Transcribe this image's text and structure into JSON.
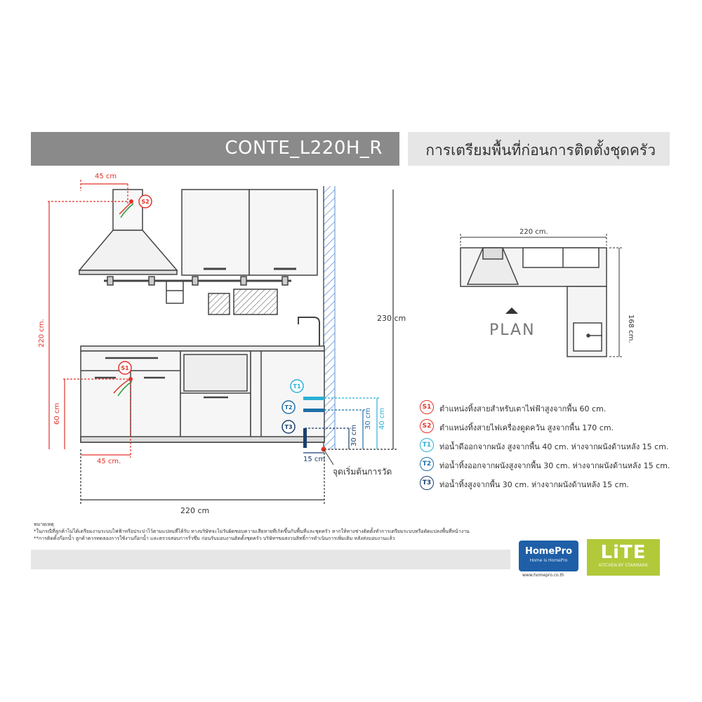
{
  "header": {
    "model": "CONTE_L220H_R",
    "subtitle": "การเตรียมพื้นที่ก่อนการติดตั้งชุดครัว"
  },
  "elevation": {
    "dim_45_top": "45 cm",
    "dim_220_left": "220 cm.",
    "dim_60": "60 cm",
    "dim_45_bottom": "45 cm.",
    "dim_220_bottom": "220 cm",
    "dim_230": "230 cm",
    "dim_40": "40 cm",
    "dim_30": "30 cm",
    "dim_30b": "30 cm",
    "dim_15": "15 cm",
    "start_point": "จุดเริ่มต้นการวัด"
  },
  "markers": {
    "s1": "S1",
    "s2": "S2",
    "t1": "T1",
    "t2": "T2",
    "t3": "T3"
  },
  "plan": {
    "label": "PLAN",
    "width": "220 cm.",
    "depth": "168 cm."
  },
  "legend": [
    {
      "code": "S1",
      "color": "#e2332b",
      "text": "ตำแหน่งทิ้งสายสำหรับเตาไฟฟ้าสูงจากพื้น 60 cm."
    },
    {
      "code": "S2",
      "color": "#e2332b",
      "text": "ตำแหน่งทิ้งสายไฟเครื่องดูดควัน สูงจากพื้น 170 cm."
    },
    {
      "code": "T1",
      "color": "#2bb0d6",
      "text": "ท่อน้ำดีออกจากผนัง สูงจากพื้น 40 cm. ห่างจากผนังด้านหลัง 15 cm."
    },
    {
      "code": "T2",
      "color": "#1e6fa8",
      "text": "ท่อน้ำทิ้งออกจากผนังสูงจากพื้น 30 cm. ห่างจากผนังด้านหลัง 15 cm."
    },
    {
      "code": "T3",
      "color": "#1a3f6e",
      "text": "ท่อน้ำทิ้งสูงจากพื้น 30 cm. ห่างจากผนังด้านหลัง 15 cm."
    }
  ],
  "notes": {
    "heading": "หมายเหตุ",
    "line1": "*ในกรณีที่ลูกค้าไม่ได้เตรียมงานระบบไฟฟ้าหรือประปาไว้ตามแปลนที่ได้รับ ทางบริษัทจะไม่รับผิดชอบความเสียหายที่เกิดขึ้นกับพื้นที่และชุดครัว หากให้ทางช่างติดตั้งทำการเตรียมระบบหรือดัดแปลงพื้นที่หน้างาน",
    "line2": "**การติดตั้งก๊อกน้ำ ลูกค้าควรทดลองการใช้งานก๊อกน้ำ และตรวจสอบการรั่วซึม ก่อนรับมอบงานติดตั้งชุดครัว บริษัทฯขอสงวนสิทธิ์การดำเนินการเพิ่มเติม หลังส่งมอบงานแล้ว"
  },
  "logos": {
    "homepro": "HomePro",
    "homepro_tag": "Home is HomePro",
    "homepro_url": "www.homepro.co.th",
    "lite": "LiTE",
    "lite_tag": "KITCHEN BY STARMARK"
  },
  "colors": {
    "red": "#e2332b",
    "cyan": "#2bb0d6",
    "blue": "#1e6fa8",
    "navy": "#1a3f6e",
    "wall": "#5b8fd6"
  }
}
